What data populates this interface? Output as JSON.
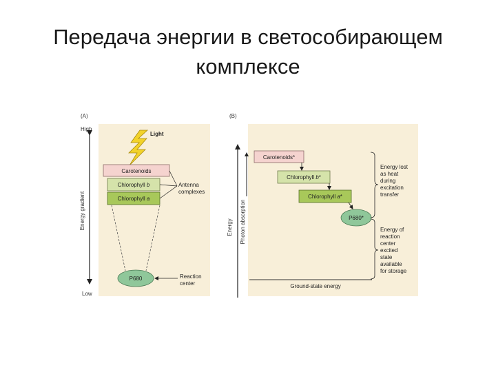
{
  "title": {
    "line1": "Передача энергии в светособирающем",
    "line2": "комплексе"
  },
  "panel_a": {
    "label": "(A)",
    "axis_high": "High",
    "axis_low": "Low",
    "axis_label": "Energy gradient",
    "light_label": "Light",
    "carotenoids": "Carotenoids",
    "chl_b_prefix": "Chlorophyll ",
    "chl_b_letter": "b",
    "chl_a_prefix": "Chlorophyll ",
    "chl_a_letter": "a",
    "antenna_line1": "Antenna",
    "antenna_line2": "complexes",
    "p680": "P680",
    "reaction_line1": "Reaction",
    "reaction_line2": "center"
  },
  "panel_b": {
    "label": "(B)",
    "axis_energy": "Energy",
    "axis_photon": "Photon absorption",
    "carotenoids_star": "Carotenoids*",
    "chl_b_prefix": "Chlorophyll ",
    "chl_b_letter": "b",
    "chl_b_suffix": "*",
    "chl_a_prefix": "Chlorophyll ",
    "chl_a_letter": "a",
    "chl_a_suffix": "*",
    "p680_star": "P680*",
    "ground": "Ground-state energy",
    "lost_lines": [
      "Energy lost",
      "as heat",
      "during",
      "excitation",
      "transfer"
    ],
    "stored_lines": [
      "Energy of",
      "reaction",
      "center",
      "excited",
      "state",
      "available",
      "for storage"
    ]
  },
  "colors": {
    "panel_bg": "#f8efd9",
    "carotenoid_fill": "#f5d3cf",
    "chl_b_fill": "#d5e3aa",
    "chl_a_fill": "#a8c85a",
    "p680_fill": "#8fc79a",
    "lightning": "#f2d22a"
  }
}
